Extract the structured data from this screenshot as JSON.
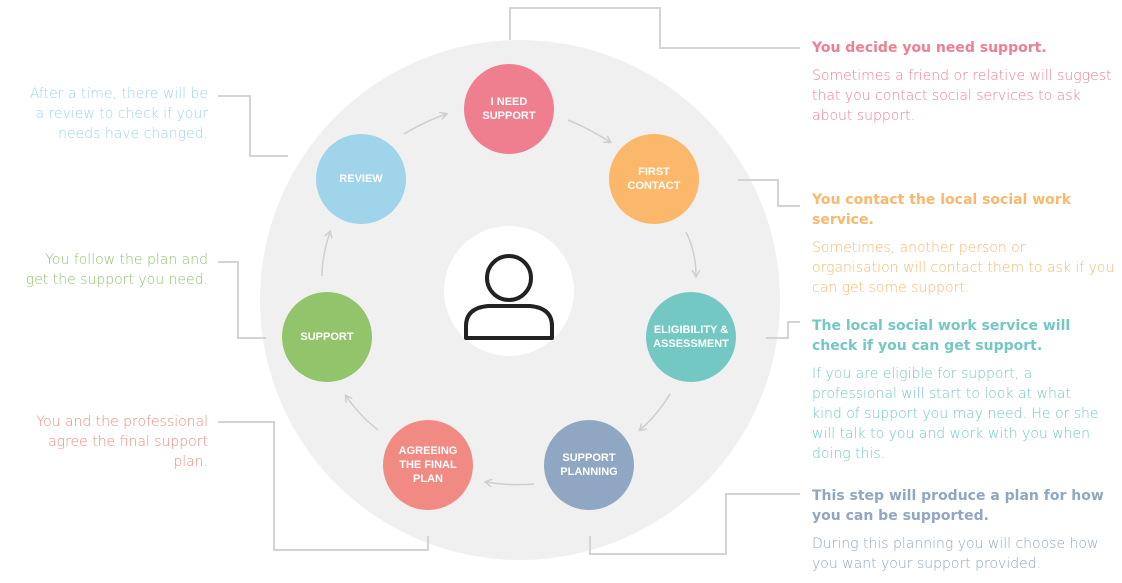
{
  "diagram": {
    "center_icon": "person-icon",
    "steps": [
      {
        "id": "i-need-support",
        "label": "I NEED SUPPORT",
        "color": "#ef7f8f"
      },
      {
        "id": "first-contact",
        "label": "FIRST CONTACT",
        "color": "#fbb86a"
      },
      {
        "id": "eligibility-assessment",
        "label": "ELIGIBILITY & ASSESSMENT",
        "color": "#74c8c4"
      },
      {
        "id": "support-planning",
        "label": "SUPPORT PLANNING",
        "color": "#8fa7c3"
      },
      {
        "id": "agreeing-final-plan",
        "label": "AGREEING THE FINAL PLAN",
        "color": "#f08a82"
      },
      {
        "id": "support",
        "label": "SUPPORT",
        "color": "#92c46b"
      },
      {
        "id": "review",
        "label": "REVIEW",
        "color": "#9fd4ea"
      }
    ],
    "notes": {
      "decide": {
        "heading": "You decide you need support.",
        "body": "Sometimes a friend or relative will suggest that you contact social services to ask about support.",
        "color": "#ef7f8f"
      },
      "contact": {
        "heading": "You contact the local social work service.",
        "body": "Sometimes, another person or organisation will contact them to ask if you can get some support.",
        "color": "#fbb86a"
      },
      "check": {
        "heading": "The local social work service will check if you can get support.",
        "body": "If you are eligible for support, a professional will start to look at what kind of support you may need. He or she will talk to you and work with you when doing this.",
        "color": "#74c8c4"
      },
      "produce": {
        "heading": "This step will produce a plan for how you can be supported.",
        "body": "During this planning you will choose how you want your support provided.",
        "color": "#8fa7c3"
      },
      "agree": {
        "body": "You and the professional agree the final support plan.",
        "color": "#f08a82"
      },
      "follow": {
        "body": "You follow the plan and get the support you need.",
        "color": "#92c46b"
      },
      "review": {
        "body": "After a time, there will be a review to check if your needs have changed.",
        "color": "#9fd4ea"
      }
    },
    "line_color": "#cfcfcf"
  }
}
